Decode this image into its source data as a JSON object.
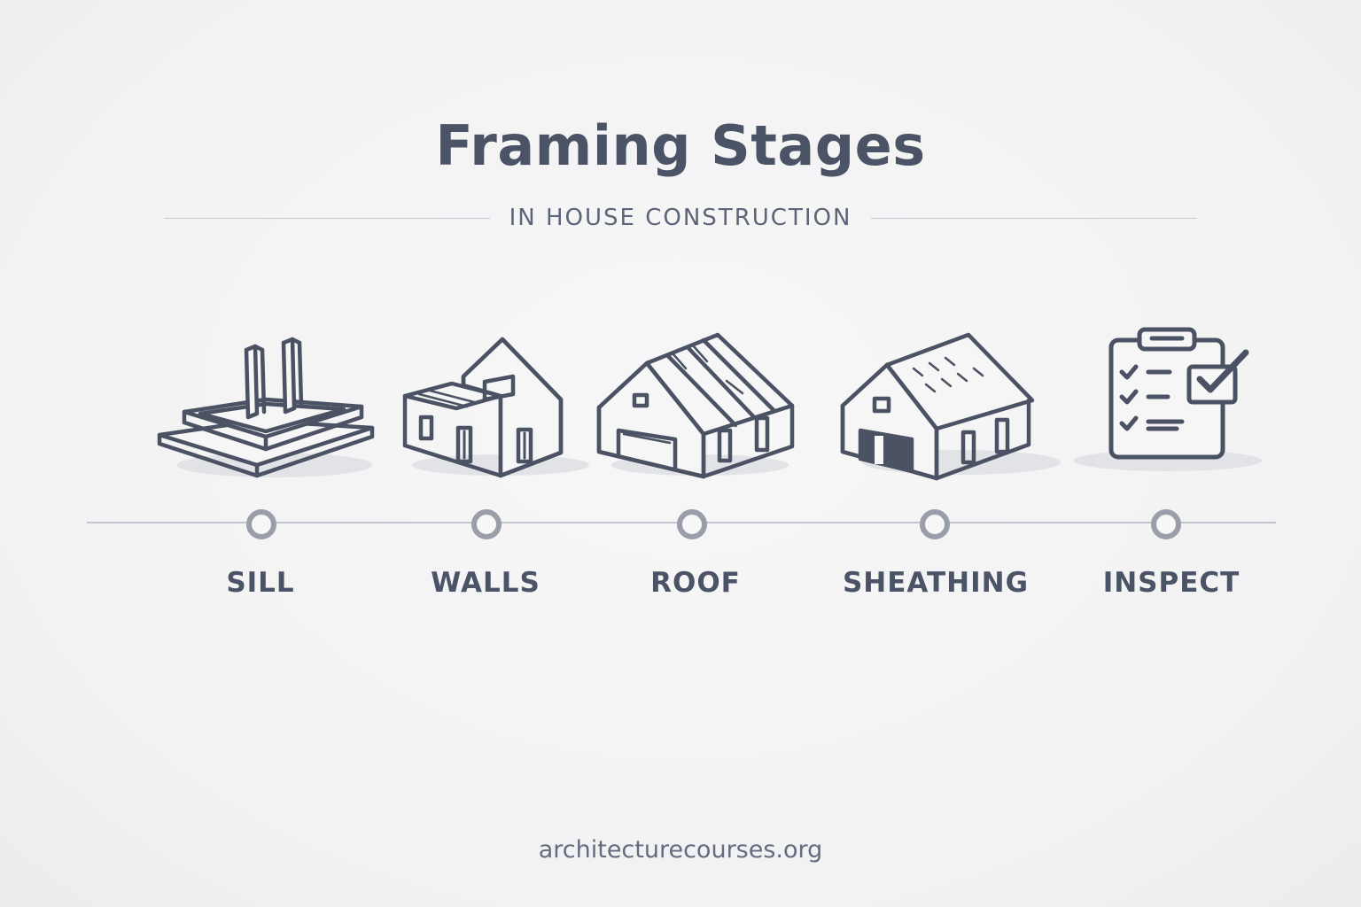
{
  "title": "Framing Stages",
  "subtitle": "IN HOUSE CONSTRUCTION",
  "stages": [
    {
      "label": "SILL",
      "icon": "sill-foundation-icon"
    },
    {
      "label": "WALLS",
      "icon": "wall-framing-icon"
    },
    {
      "label": "ROOF",
      "icon": "roof-trusses-icon"
    },
    {
      "label": "SHEATHING",
      "icon": "sheathed-house-icon"
    },
    {
      "label": "INSPECT",
      "icon": "clipboard-checklist-icon"
    }
  ],
  "footer": "architecturecourses.org",
  "colors": {
    "line_art": "#4a5263",
    "title": "#4b5366",
    "node": "#9a9eaa",
    "background": "#f3f3f4"
  }
}
